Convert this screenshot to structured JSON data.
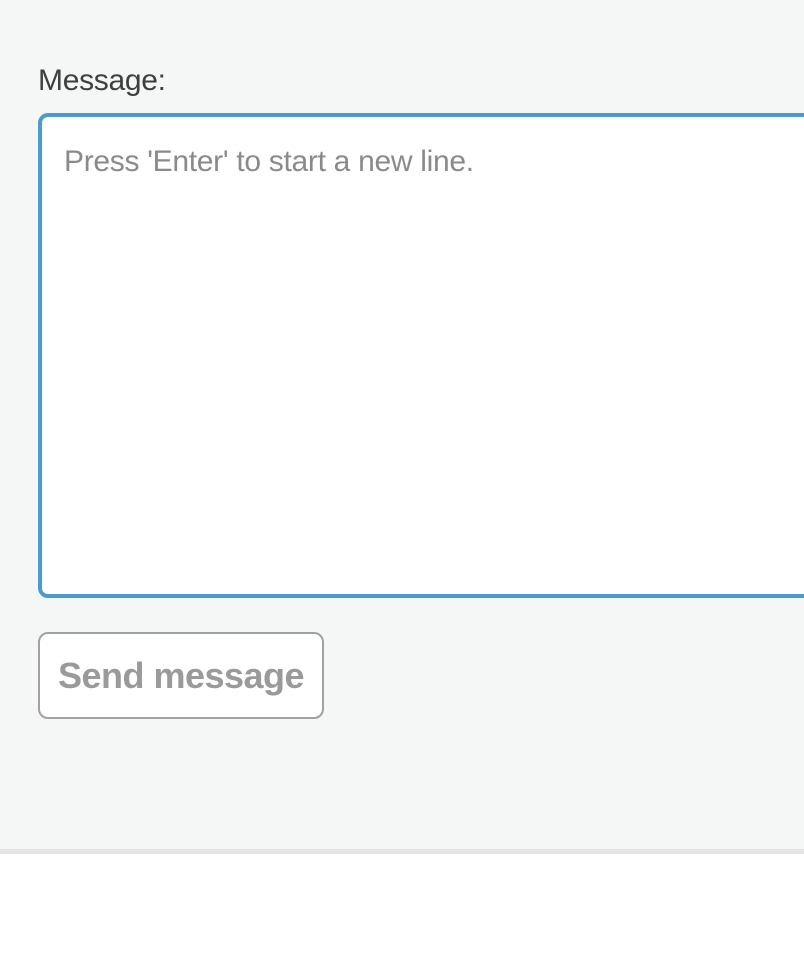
{
  "colors": {
    "page-bg": "#f5f6f6",
    "divider": "#e4e4e4",
    "accent-blue": "#4a9cce",
    "label-text": "#3f3f3f",
    "placeholder-text": "#8a8a8a",
    "button-border": "#a1a1a1",
    "button-text": "#9a9a9a",
    "field-bg": "#ffffff"
  },
  "form": {
    "message_label": "Message:",
    "textarea": {
      "value": "",
      "placeholder": "Press 'Enter' to start a new line."
    },
    "send_button_label": "Send message"
  }
}
